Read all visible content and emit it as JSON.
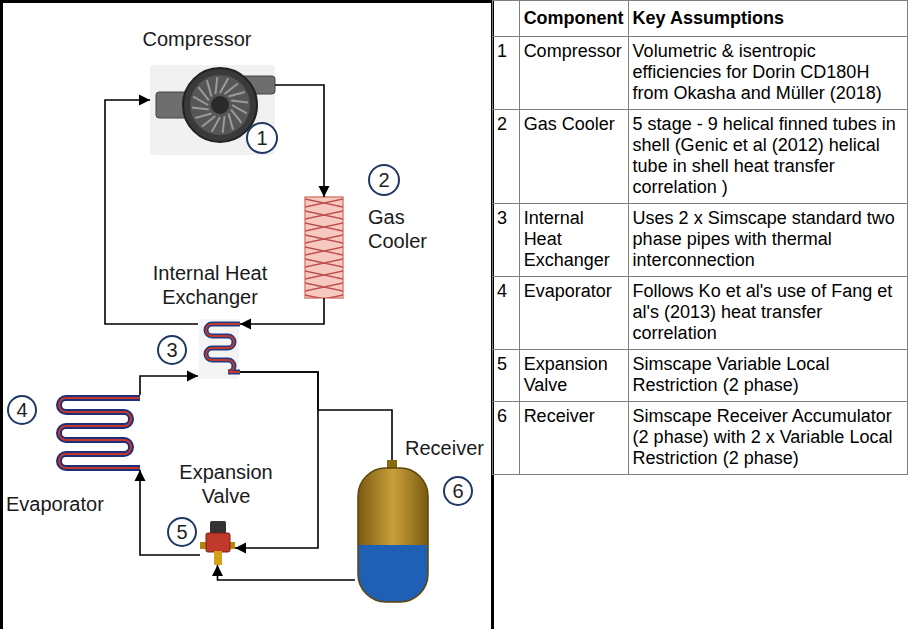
{
  "diagram": {
    "nodes": [
      {
        "text": [
          "Compressor"
        ]
      },
      {
        "text": [
          "1"
        ]
      },
      {
        "text": [
          "Gas Cooler"
        ]
      },
      {
        "text": [
          "2"
        ]
      },
      {
        "text": [
          "Internal Heat Exchanger"
        ]
      },
      {
        "text": [
          "3"
        ]
      },
      {
        "text": [
          "Evaporator"
        ]
      },
      {
        "text": [
          "4"
        ]
      },
      {
        "text": [
          "Expansion Valve"
        ]
      },
      {
        "text": [
          "5"
        ]
      },
      {
        "text": [
          "Receiver"
        ]
      },
      {
        "text": [
          "6"
        ]
      }
    ],
    "edges": [
      {
        "from": 0,
        "to": 2,
        "arrow": "to"
      },
      {
        "from": 2,
        "to": 4,
        "arrow": "to"
      },
      {
        "from": 4,
        "to": 0,
        "arrow": "to"
      },
      {
        "from": 6,
        "to": 4,
        "arrow": "to"
      },
      {
        "from": 4,
        "to": 10,
        "arrow": "none"
      },
      {
        "from": 4,
        "to": 8,
        "arrow": "to"
      },
      {
        "from": 10,
        "to": 8,
        "arrow": "to"
      },
      {
        "from": 8,
        "to": 6,
        "arrow": "to"
      }
    ],
    "labels": [
      "Component",
      "Key Assumptions",
      "1",
      "Compressor",
      "Volumetric & isentropic efficiencies for Dorin CD180H from Okasha and Müller (2018)",
      "2",
      "Gas Cooler",
      "5 stage - 9 helical finned tubes in shell (Genic et al (2012) helical tube in shell heat transfer correlation )",
      "3",
      "Internal Heat Exchanger",
      "Uses 2 x Simscape standard two phase pipes with thermal interconnection",
      "4",
      "Evaporator",
      "Follows Ko et al's use of Fang et al's (2013) heat transfer correlation",
      "5",
      "Expansion Valve",
      "Simscape Variable Local Restriction (2 phase)",
      "6",
      "Receiver",
      "Simscape Receiver Accumulator (2 phase) with 2 x Variable Local Restriction (2 phase)"
    ]
  }
}
